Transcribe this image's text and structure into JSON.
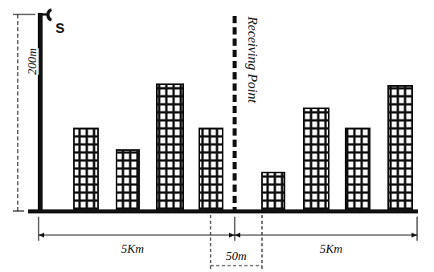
{
  "diagram": {
    "labels": [
      "S",
      "200m",
      "Receiving Point",
      "5Km",
      "50m",
      "5Km"
    ]
  }
}
